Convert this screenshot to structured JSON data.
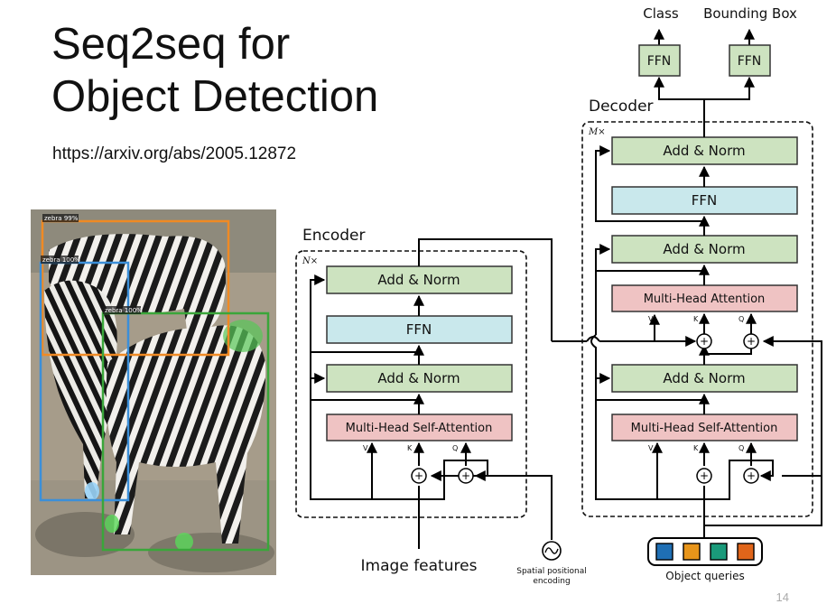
{
  "slide": {
    "title_line1": "Seq2seq for",
    "title_line2": "Object Detection",
    "url": "https://arxiv.org/abs/2005.12872",
    "page_number": "14"
  },
  "photo": {
    "detections": [
      {
        "label": "zebra 99%",
        "color": "#f08a24"
      },
      {
        "label": "zebra 100%",
        "color": "#3b8fd9"
      },
      {
        "label": "zebra 100%",
        "color": "#3aa63a"
      }
    ]
  },
  "encoder": {
    "title": "Encoder",
    "repeat": "N×",
    "add_norm_top": "Add & Norm",
    "ffn": "FFN",
    "add_norm_bottom": "Add & Norm",
    "attention": "Multi-Head Self-Attention",
    "v": "V",
    "k": "K",
    "q": "Q",
    "input_label": "Image features"
  },
  "positional": {
    "label_line1": "Spatial positional",
    "label_line2": "encoding"
  },
  "decoder": {
    "title": "Decoder",
    "repeat": "M×",
    "add_norm_1": "Add & Norm",
    "ffn": "FFN",
    "add_norm_2": "Add & Norm",
    "cross_attention": "Multi-Head Attention",
    "add_norm_3": "Add & Norm",
    "self_attention": "Multi-Head Self-Attention",
    "cross_v": "V",
    "cross_k": "K",
    "cross_q": "Q",
    "self_v": "V",
    "self_k": "K",
    "self_q": "Q"
  },
  "outputs": {
    "class_label": "Class",
    "bbox_label": "Bounding Box",
    "ffn_left": "FFN",
    "ffn_right": "FFN"
  },
  "queries": {
    "label": "Object queries",
    "colors": [
      "#1f6fb4",
      "#e8951a",
      "#1a9a7a",
      "#e0651a"
    ]
  },
  "colors": {
    "add_norm": "#cde3c0",
    "ffn": "#c9e8ec",
    "attention": "#efc3c3"
  }
}
